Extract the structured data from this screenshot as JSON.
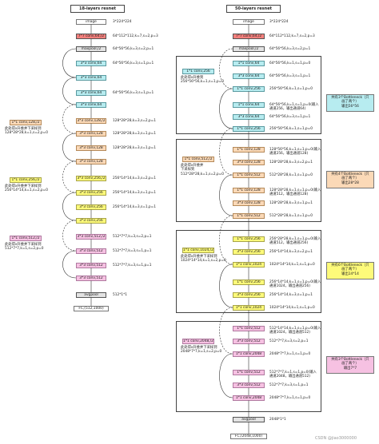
{
  "left": {
    "title": "18-layers resnet",
    "blocks": [
      "image",
      "7*7 conv,64,/2",
      "maxpool,/2",
      "3*3 conv,64",
      "3*3 conv,64",
      "3*3 conv,64",
      "3*3 conv,64",
      "3*3 conv,128,/2",
      "3*3 conv,128",
      "3*3 conv,128",
      "3*3 conv,128",
      "3*3 conv,256,/2",
      "3*3 conv,256",
      "3*3 conv,256",
      "3*3 conv,256",
      "3*3 conv,512,/2",
      "3*3 conv,512",
      "3*3 conv,512",
      "3*3 conv,512",
      "avgpool",
      "FC,(512,1000)"
    ],
    "notes": [
      "3*224*224",
      "64*112*112,k=7,s=2,p=3",
      "64*56*56,k=3,s=2,p=1",
      "64*56*56,k=3,s=1,p=1",
      "",
      "64*56*56,k=3,s=1,p=1",
      "",
      "128*28*28,k=3,s=2,p=1",
      "128*28*28,k=3,s=1,p=1",
      "128*28*28,k=3,s=1,p=1",
      "",
      "256*14*14,k=3,s=2,p=1",
      "256*14*14,k=3,s=1,p=1",
      "256*14*14,k=3,s=1,p=1",
      "",
      "512*7*7,k=3,s=2,p=1",
      "512*7*7,k=3,s=1,p=1",
      "512*7*7,k=3,s=1,p=1",
      "",
      "512*1*1",
      ""
    ],
    "shortcuts": [
      {
        "label": "1*1 conv,128,/2",
        "desc": [
          "此处得x升维并下采样到",
          "128*28*28,k=1,s=2,p=0"
        ]
      },
      {
        "label": "1*1 conv,256,/2",
        "desc": [
          "此处得x升维并下采样到",
          "256*14*14,k=1,s=2,p=0"
        ]
      },
      {
        "label": "1*1 conv,512,/2",
        "desc": [
          "此处得x升维并下采样到",
          "512*7*7,k=1,s=2,p=0"
        ]
      }
    ]
  },
  "right": {
    "title": "50-layers resnet",
    "blocks": [
      "image",
      "7*7 conv,64,/2",
      "maxpool,/2",
      "1*1 conv,64",
      "3*3 conv,64",
      "1*1 conv,256",
      "1*1 conv,64",
      "3*3 conv,64",
      "1*1 conv,256",
      "1*1 conv,128",
      "3*3 conv,128",
      "1*1 conv,512",
      "1*1 conv,128",
      "3*3 conv,128",
      "1*1 conv,512",
      "1*1 conv,256",
      "3*3 conv,256",
      "1*1 conv,1024",
      "1*1 conv,256",
      "3*3 conv,256",
      "1*1 conv,1024",
      "1*1 conv,512",
      "3*3 conv,512",
      "1*1 conv,2048",
      "1*1 conv,512",
      "3*3 conv,512",
      "1*1 conv,2048",
      "avgpool",
      "FC,(2048,1000)"
    ],
    "notes": [
      "3*224*224",
      "64*112*112,k=7,s=2,p=3",
      "64*56*56,k=3,s=2,p=1",
      "64*56*56,k=1,s=1,p=0",
      "64*56*56,k=3,s=1,p=1",
      "256*56*56,k=1,s=1,p=0",
      "64*56*56,k=1,s=1,p=0(输入|通道256，输出通道64)",
      "64*56*56,k=3,s=1,p=1",
      "256*56*56,k=1,s=1,p=0",
      "128*56*56,k=1,s=1,p=0(输入|通道256，输出通道128)",
      "128*28*28,k=3,s=2,p=1",
      "512*28*28,k=1,s=1,p=0",
      "128*28*28,k=1,s=1,p=0(输入|通道512，输出通道128)",
      "128*28*28,k=3,s=1,p=1",
      "512*28*28,k=1,s=1,p=0",
      "256*28*28,k=1,s=1,p=0(输入|通道512，输出通道256)",
      "256*14*14,k=3,s=2,p=1",
      "1024*14*14,k=1,s=1,p=0",
      "256*14*14,k=1,s=1,p=0(输入|通道1024，输出通道256)",
      "256*14*14,k=3,s=1,p=1",
      "1024*14*14,k=1,s=1,p=0",
      "512*14*14,k=1,s=1,p=0(输入|通道1024，输出通道512)",
      "512*7*7,k=3,s=2,p=1",
      "2048*7*7,k=1,s=1,p=0",
      "512*7*7,k=1,s=1,p=0(输入|通道2048，输出通道512)",
      "512*7*7,k=3,s=1,p=1",
      "2048*7*7,k=1,s=1,p=0",
      "2048*1*1",
      ""
    ],
    "shortcuts": [
      {
        "label": "1*1 conv,256",
        "desc": [
          "此处得x升维到",
          "256*56*56,k=1,s=1,p=0"
        ]
      },
      {
        "label": "1*1 conv,512,/2",
        "desc": [
          "此处得x升维并",
          "下采样到",
          "512*28*28,k=1,s=2,p=0"
        ]
      },
      {
        "label": "1*1 conv,1024,/2",
        "desc": [
          "此处得x升维并下采样到",
          "1024*14*14,k=1,s=2,p=0"
        ]
      },
      {
        "label": "1*1 conv,2048,/2",
        "desc": [
          "此处得x升维并下采样到",
          "2048*7*7,k=1,s=2,p=0"
        ]
      }
    ],
    "legends": [
      [
        "共有3个Bottleneck（只",
        "画了两个）",
        "输出56*56"
      ],
      [
        "共有4个Bottleneck（只",
        "画了两个）",
        "输出28*28"
      ],
      [
        "共有6个Bottleneck（只",
        "画了两个）",
        "输出14*14"
      ],
      [
        "共有3个Bottleneck（只",
        "画了两个）",
        "输出7*7"
      ]
    ]
  },
  "colors": {
    "red": "#f4807d",
    "cyan": "#b7ecf0",
    "peach": "#fbd9b7",
    "yellow": "#fdfa7a",
    "pink": "#f6c1e2",
    "grey": "#e3e3e3"
  },
  "watermark": "CSDN @jiao3000000"
}
